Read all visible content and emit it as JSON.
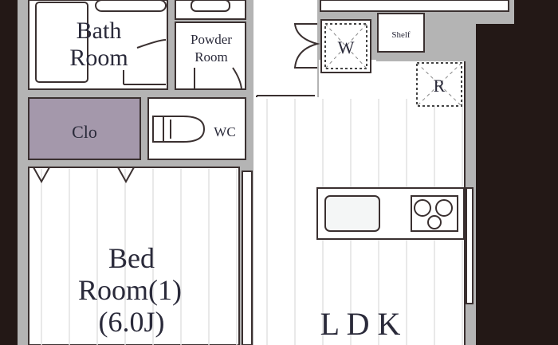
{
  "plan": {
    "rooms": {
      "bath": "Bath",
      "bath2": "Room",
      "powder": "Powder",
      "powder2": "Room",
      "closet": "Clo",
      "wc": "WC",
      "washer": "W",
      "shelf": "Shelf",
      "fridge": "R",
      "bed": "Bed",
      "bed2": "Room(1)",
      "bed3": "(6.0J)",
      "ldk": "L D K"
    },
    "colors": {
      "wall": "#b4b4b4",
      "exterior": "#231816",
      "closet_fill": "#a498ab"
    }
  }
}
